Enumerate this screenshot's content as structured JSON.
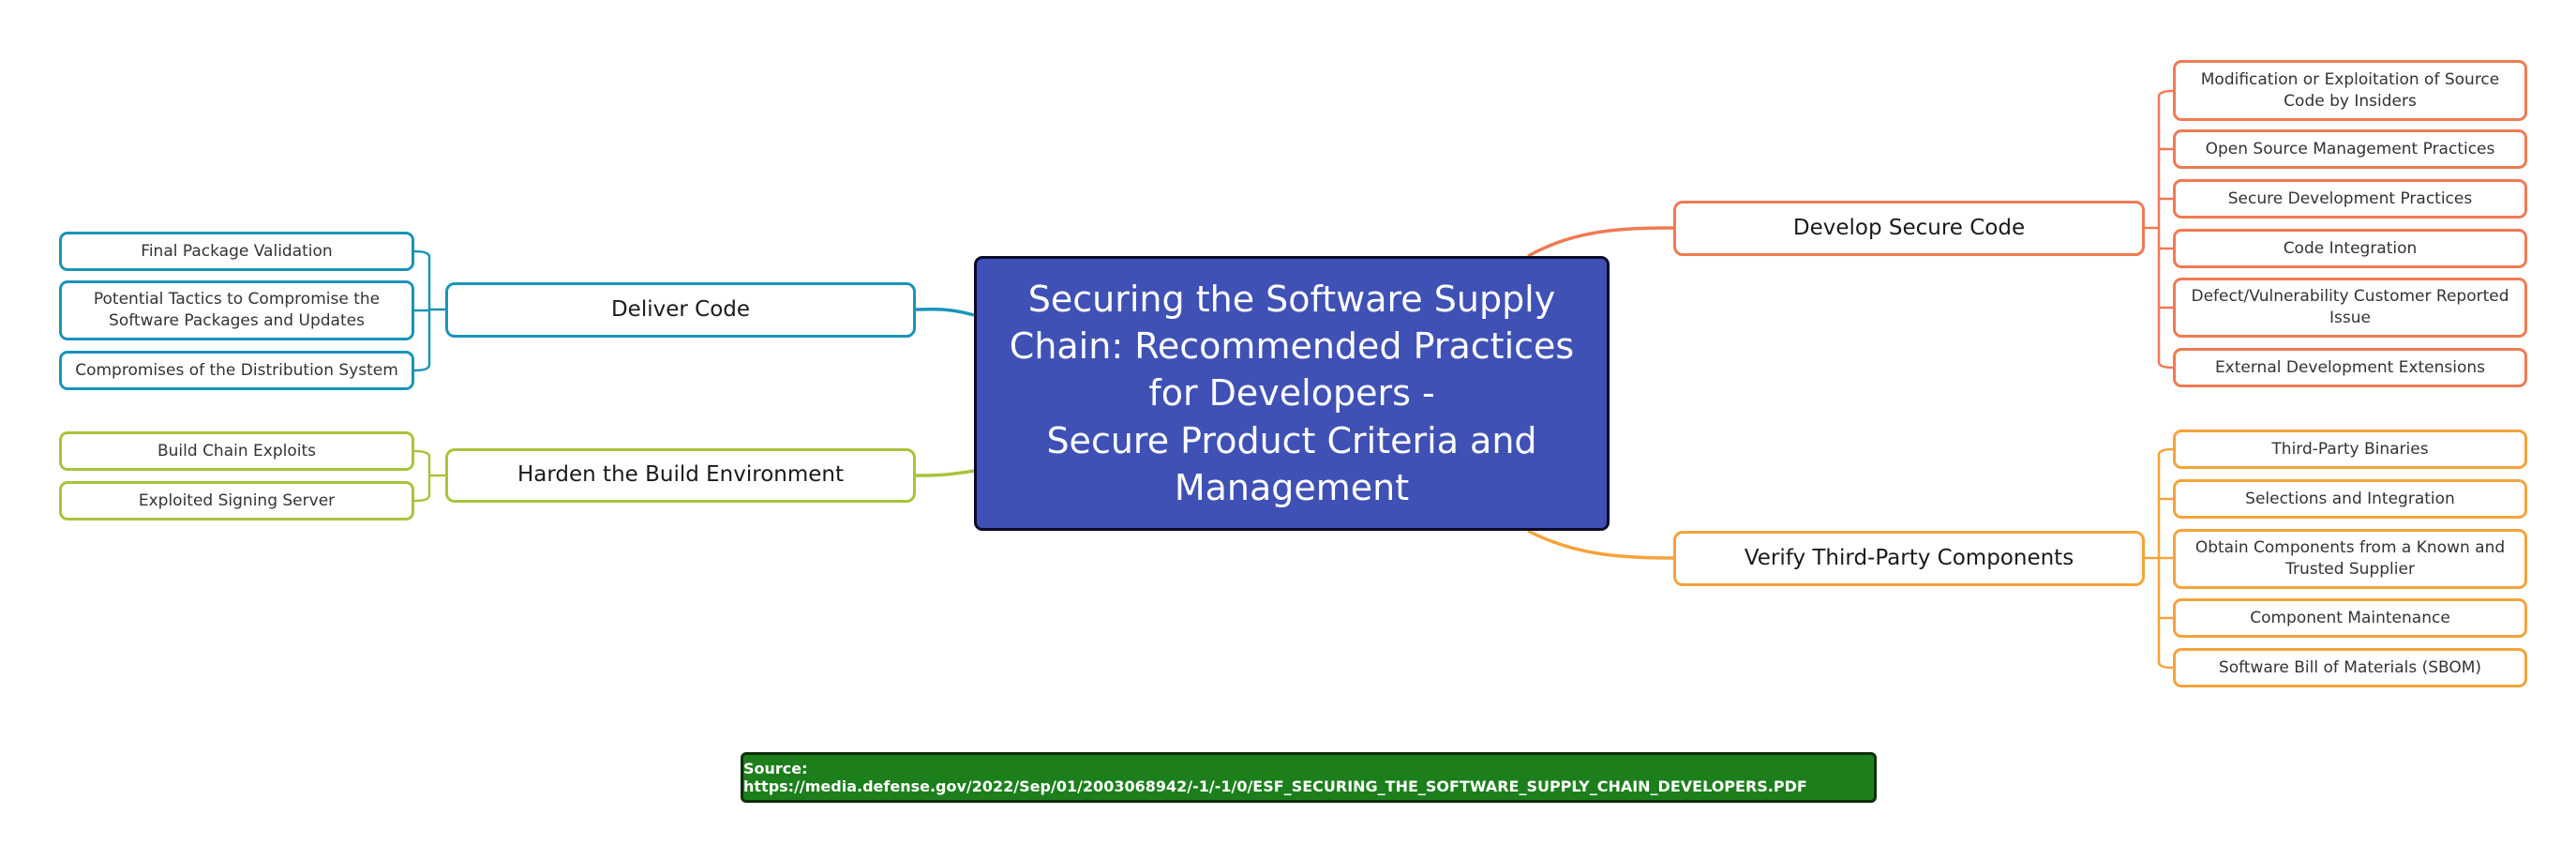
{
  "central_topic": {
    "lines": [
      "Securing the Software Supply",
      "Chain: Recommended Practices",
      "for Developers -",
      "Secure Product Criteria and",
      "Management"
    ]
  },
  "branches": {
    "develop_secure_code": {
      "label": "Develop Secure Code",
      "color": "#f07a52",
      "items": [
        "Modification or Exploitation of Source Code by Insiders",
        "Open Source Management Practices",
        "Secure Development Practices",
        "Code Integration",
        "Defect/Vulnerability Customer Reported Issue",
        "External Development Extensions"
      ]
    },
    "verify_third_party": {
      "label": "Verify Third-Party Components",
      "color": "#f5a33b",
      "items": [
        "Third-Party Binaries",
        "Selections and Integration",
        "Obtain Components from a Known and Trusted Supplier",
        "Component Maintenance",
        "Software Bill of Materials (SBOM)"
      ]
    },
    "deliver_code": {
      "label": "Deliver Code",
      "color": "#1a94b8",
      "items": [
        "Final Package Validation",
        "Potential Tactics to Compromise the Software Packages and Updates",
        "Compromises of the Distribution System"
      ]
    },
    "harden_build": {
      "label": "Harden the Build Environment",
      "color": "#a8c43a",
      "items": [
        "Build Chain Exploits",
        "Exploited Signing Server"
      ]
    }
  },
  "source_note": "Source: https://media.defense.gov/2022/Sep/01/2003068942/-1/-1/0/ESF_SECURING_THE_SOFTWARE_SUPPLY_CHAIN_DEVELOPERS.PDF"
}
